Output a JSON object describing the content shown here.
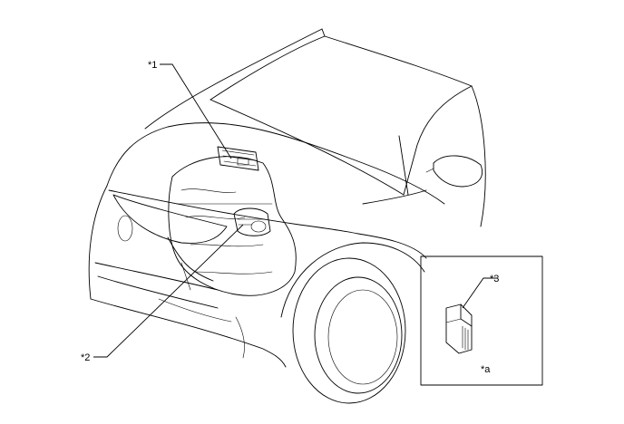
{
  "callouts": {
    "part_1": "*1",
    "part_2": "*2",
    "part_3": "*3",
    "view_a": "*a"
  }
}
